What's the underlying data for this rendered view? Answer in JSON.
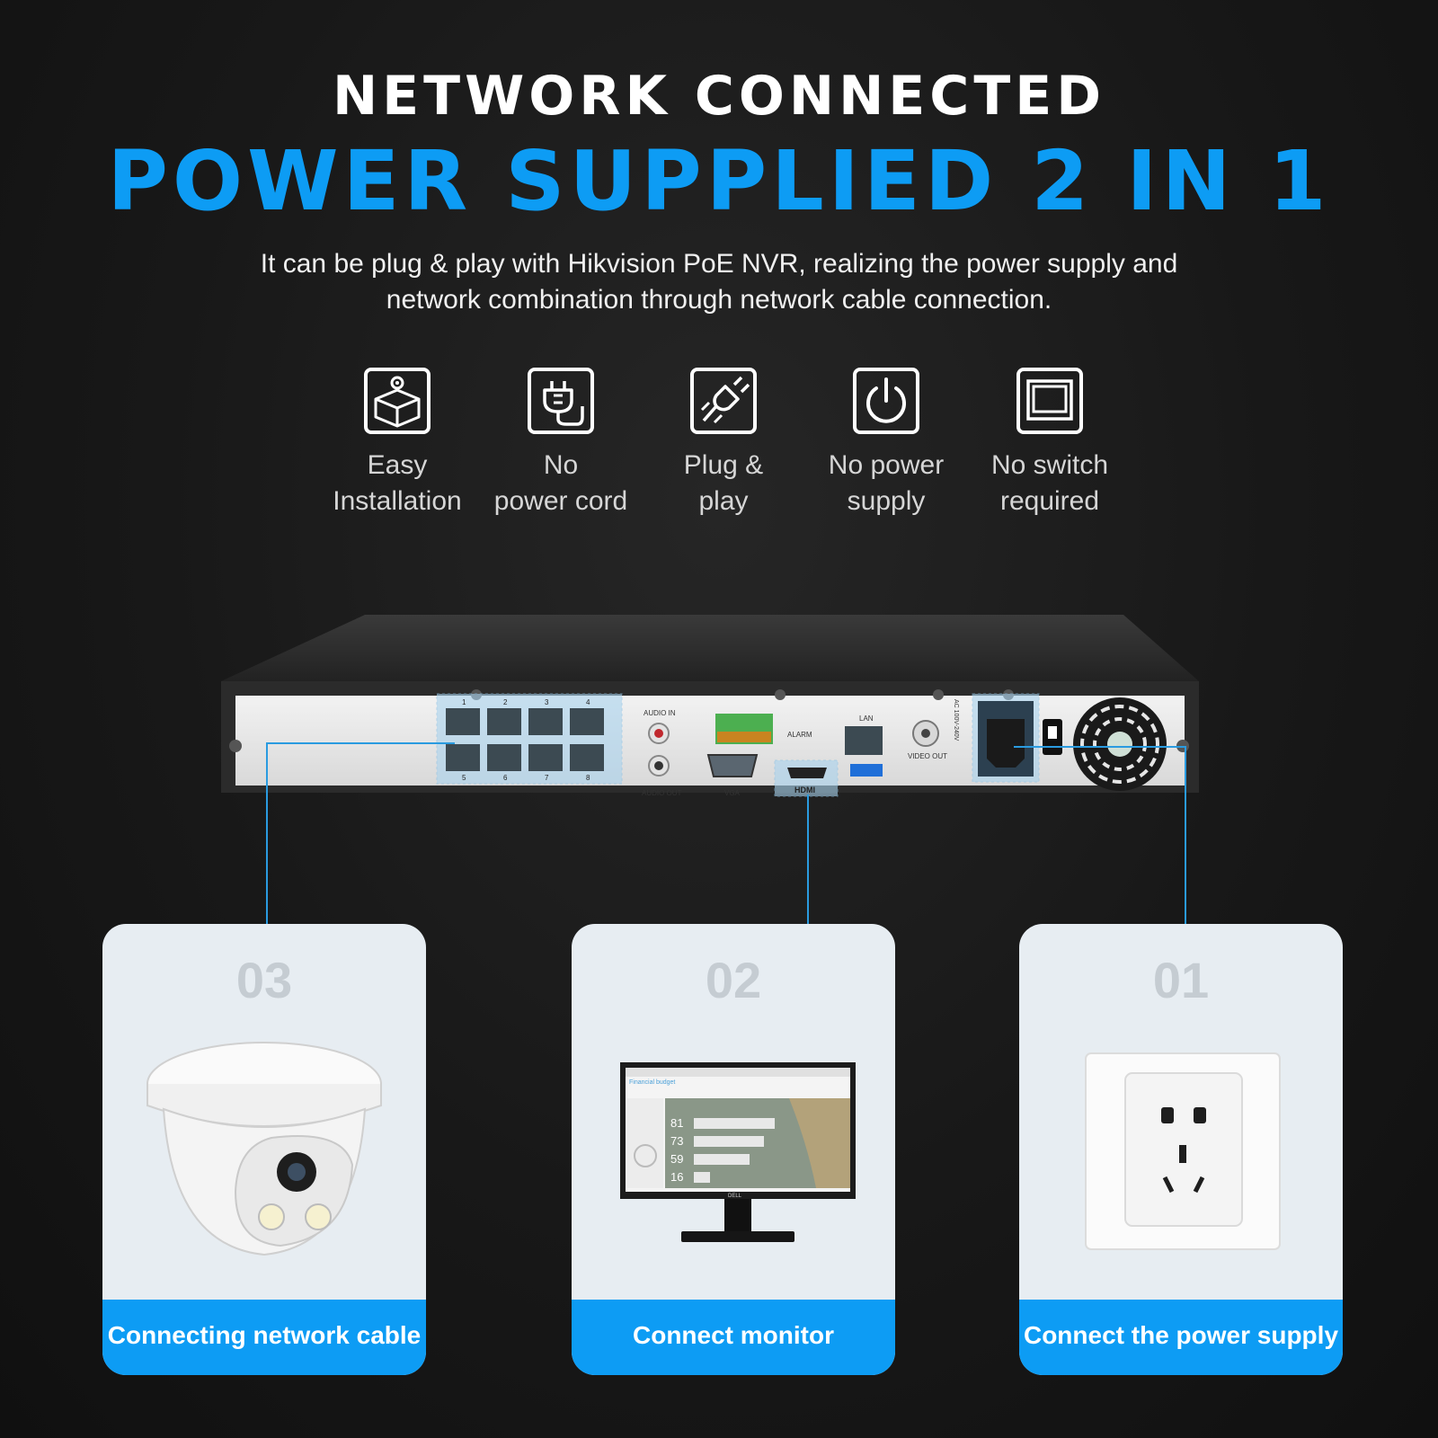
{
  "header": {
    "title": "NETWORK CONNECTED",
    "subtitle": "POWER SUPPLIED 2 IN 1",
    "description_line1": "It can be plug & play with Hikvision PoE NVR, realizing the power supply and",
    "description_line2": "network combination through network cable connection."
  },
  "features": [
    {
      "line1": "Easy",
      "line2": "Installation",
      "icon": "box-icon"
    },
    {
      "line1": "No",
      "line2": "power cord",
      "icon": "plug-icon"
    },
    {
      "line1": "Plug &",
      "line2": "play",
      "icon": "connector-icon"
    },
    {
      "line1": "No power",
      "line2": "supply",
      "icon": "power-icon"
    },
    {
      "line1": "No switch",
      "line2": "required",
      "icon": "switch-icon"
    }
  ],
  "nvr": {
    "audio_in": "AUDIO IN",
    "audio_out": "AUDIO OUT",
    "vga": "VGA",
    "alarm": "ALARM",
    "hdmi": "HDMI",
    "lan": "LAN",
    "video_out": "VIDEO OUT",
    "ac": "AC 100V-240V",
    "port_numbers": [
      "1",
      "2",
      "3",
      "4",
      "5",
      "6",
      "7",
      "8"
    ]
  },
  "cards": [
    {
      "number": "03",
      "label": "Connecting network cable"
    },
    {
      "number": "02",
      "label": "Connect monitor"
    },
    {
      "number": "01",
      "label": "Connect the power supply"
    }
  ],
  "monitor": {
    "header": "Financial budget",
    "stats": [
      "81",
      "73",
      "59",
      "16"
    ],
    "brand": "DELL"
  },
  "colors": {
    "accent": "#0d9cf4",
    "background": "#181818",
    "card": "#e7edf2"
  }
}
